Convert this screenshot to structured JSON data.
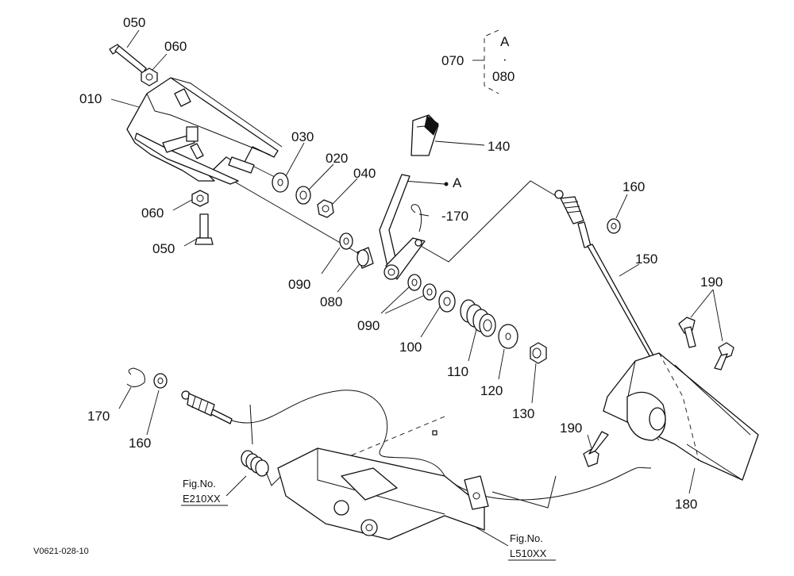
{
  "parts": {
    "p010": "010",
    "p020": "020",
    "p030": "030",
    "p040": "040",
    "p050_top": "050",
    "p050_bottom": "050",
    "p060_top": "060",
    "p060_bottom": "060",
    "p070": "070",
    "p080": "080",
    "p090_a": "090",
    "p090_b": "090",
    "p100": "100",
    "p110": "110",
    "p120": "120",
    "p130": "130",
    "p140": "140",
    "p150": "150",
    "p160_right": "160",
    "p160_left": "160",
    "p170_right": "-170",
    "p170_left": "170",
    "p180": "180",
    "p190_top": "190",
    "p190_bottom": "190"
  },
  "bracket": {
    "top": "A",
    "dot": "·",
    "bottom": "080"
  },
  "ref_marker": "A",
  "fig_refs": {
    "left_label": "Fig.No.",
    "left_code": "E210XX",
    "right_label": "Fig.No.",
    "right_code": "L510XX"
  },
  "doc_code": "V0621-028-10"
}
